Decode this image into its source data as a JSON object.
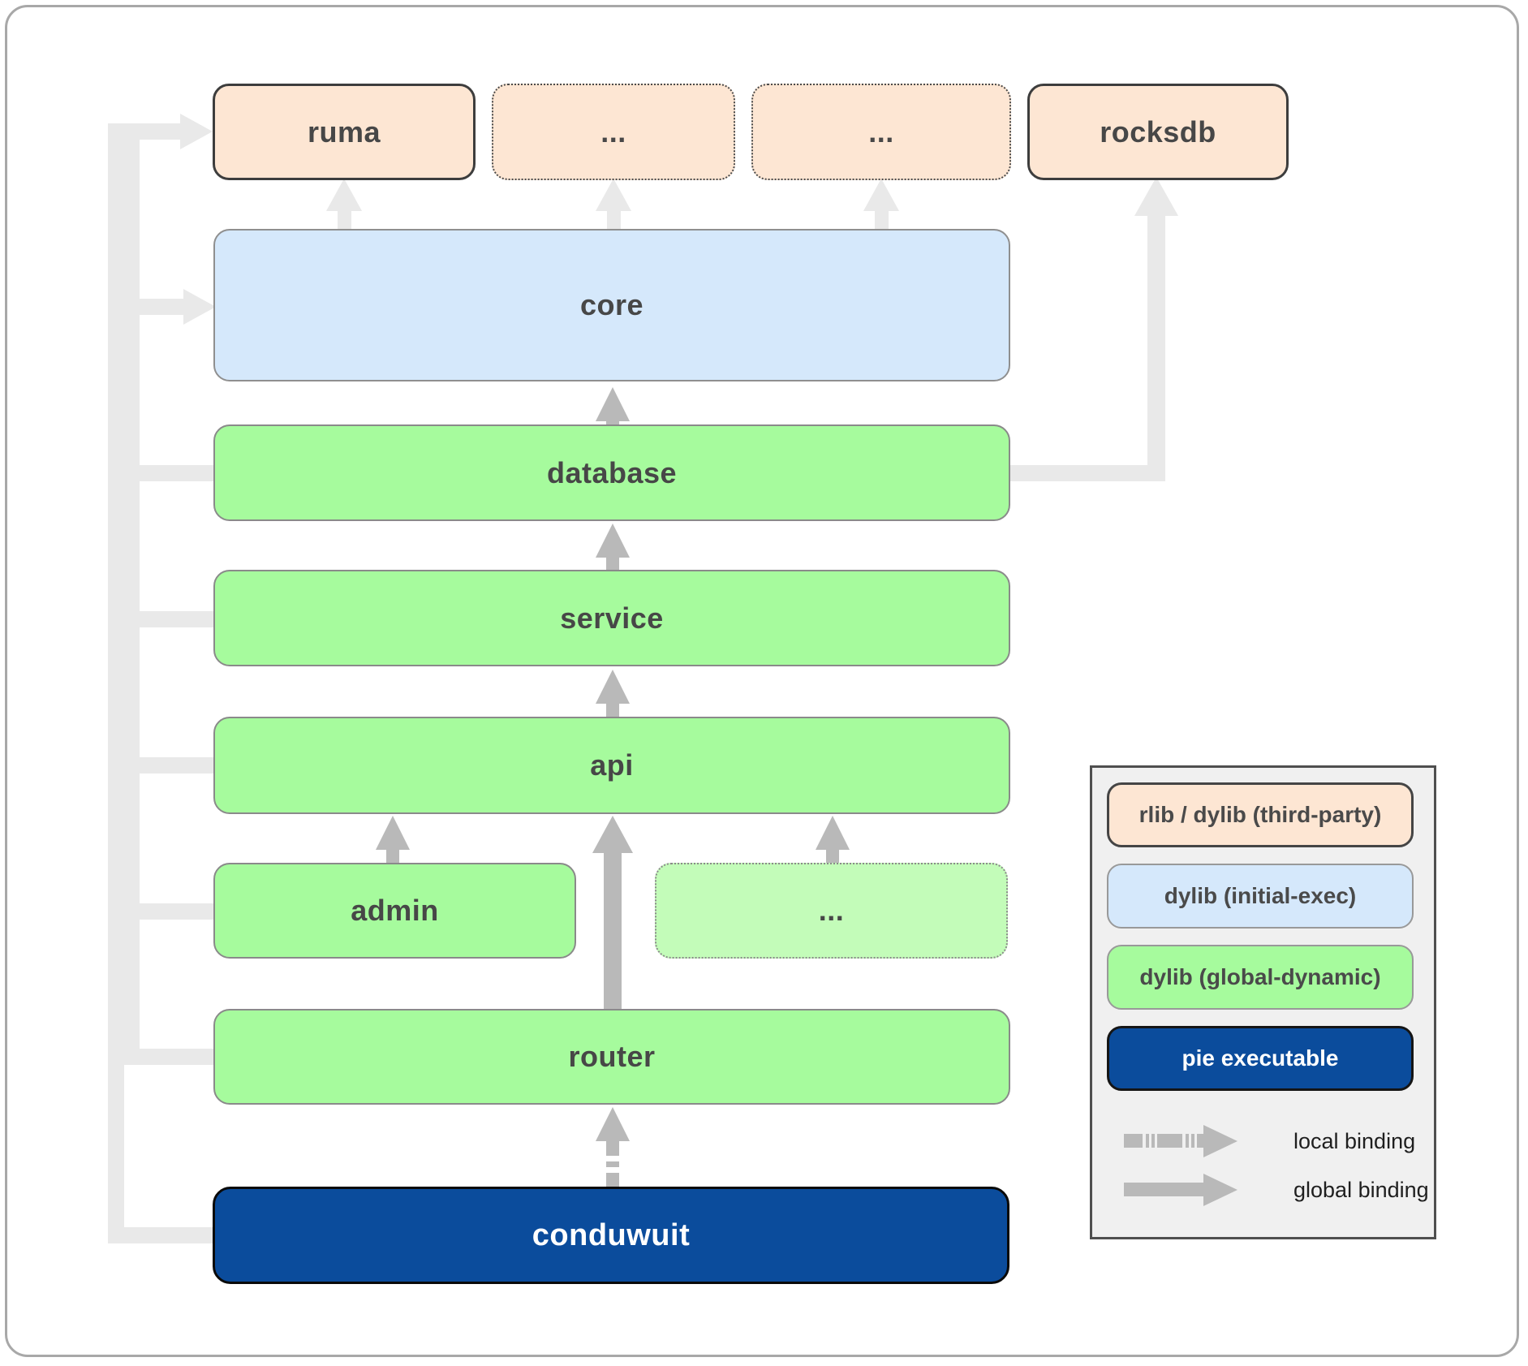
{
  "diagram": {
    "nodes": {
      "ruma": {
        "label": "ruma"
      },
      "top_dots_1": {
        "label": "..."
      },
      "top_dots_2": {
        "label": "..."
      },
      "rocksdb": {
        "label": "rocksdb"
      },
      "core": {
        "label": "core"
      },
      "database": {
        "label": "database"
      },
      "service": {
        "label": "service"
      },
      "api": {
        "label": "api"
      },
      "admin": {
        "label": "admin"
      },
      "mid_dots": {
        "label": "..."
      },
      "router": {
        "label": "router"
      },
      "conduwuit": {
        "label": "conduwuit"
      }
    },
    "legend": {
      "third_party": {
        "label": "rlib / dylib (third-party)"
      },
      "initial_exec": {
        "label": "dylib (initial-exec)"
      },
      "global_dynamic": {
        "label": "dylib (global-dynamic)"
      },
      "pie": {
        "label": "pie executable"
      },
      "local_binding": {
        "label": "local binding"
      },
      "global_binding": {
        "label": "global binding"
      }
    },
    "colors": {
      "third_party_fill": "#fde6d3",
      "initial_exec_fill": "#d5e8fb",
      "global_dynamic_fill": "#a6fb9d",
      "global_dynamic_faded_fill": "#c3fcb9",
      "pie_fill": "#0b4c9c",
      "edge_light": "#e9e9e9",
      "edge_medium": "#b9b9b9"
    }
  }
}
